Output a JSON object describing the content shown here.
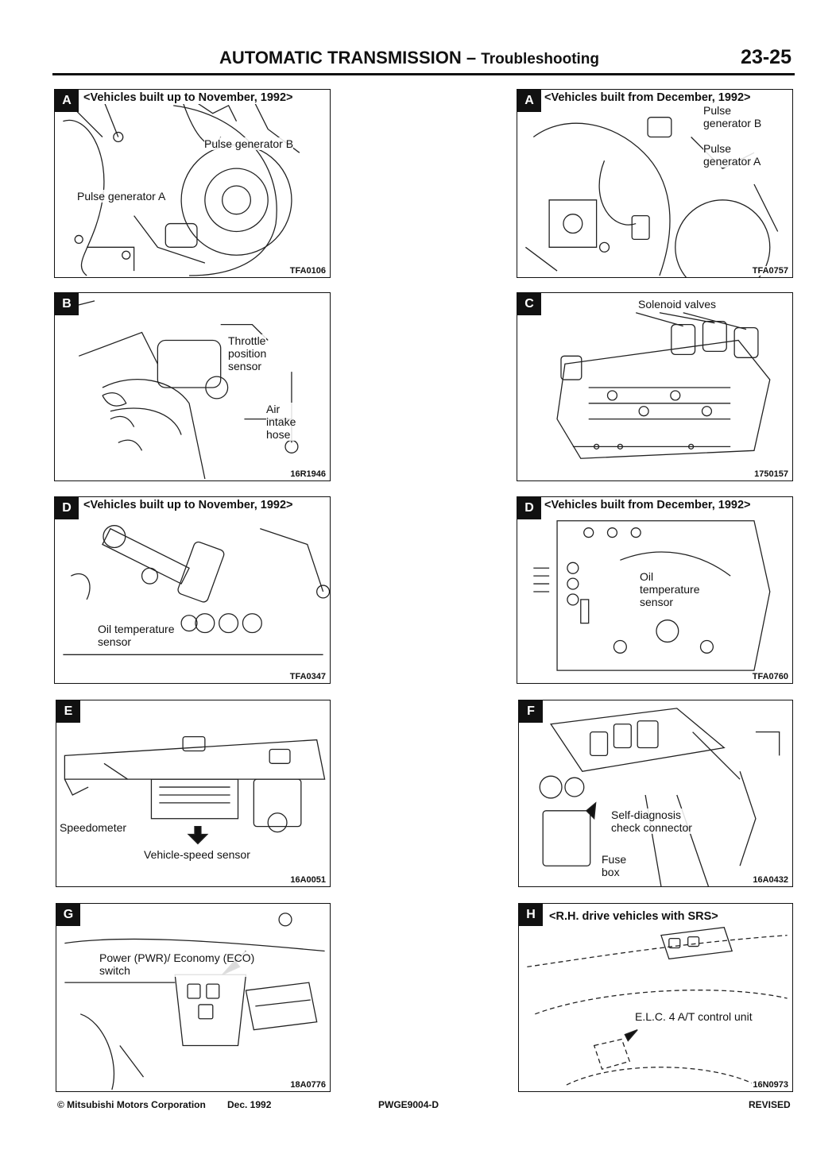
{
  "header": {
    "title_main": "AUTOMATIC TRANSMISSION",
    "title_sep": " – ",
    "title_sub": "Troubleshooting",
    "page_number": "23-25"
  },
  "panels": {
    "a1": {
      "letter": "A",
      "caption": "<Vehicles built up to November, 1992>",
      "label_pgb": "Pulse generator B",
      "label_pga": "Pulse generator A",
      "code": "TFA0106"
    },
    "a2": {
      "letter": "A",
      "caption": "<Vehicles built from December, 1992>",
      "label_pgb": "Pulse\ngenerator B",
      "label_pga": "Pulse\ngenerator A",
      "code": "TFA0757"
    },
    "b": {
      "letter": "B",
      "label_tps": "Throttle\nposition\nsensor",
      "label_air": "Air\nintake\nhose",
      "code": "16R1946"
    },
    "c": {
      "letter": "C",
      "label_sol": "Solenoid valves",
      "code": "1750157"
    },
    "d1": {
      "letter": "D",
      "caption": "<Vehicles built up to November, 1992>",
      "label_ots": "Oil temperature\nsensor",
      "code": "TFA0347"
    },
    "d2": {
      "letter": "D",
      "caption": "<Vehicles built from December, 1992>",
      "label_ots": "Oil\ntemperature\nsensor",
      "code": "TFA0760"
    },
    "e": {
      "letter": "E",
      "label_speedo": "Speedometer",
      "label_vss": "Vehicle-speed sensor",
      "code": "16A0051"
    },
    "f": {
      "letter": "F",
      "label_sdc": "Self-diagnosis\ncheck connector",
      "label_fuse": "Fuse\nbox",
      "code": "16A0432"
    },
    "g": {
      "letter": "G",
      "label_sw": "Power (PWR)/ Economy (ECO)\nswitch",
      "code": "18A0776"
    },
    "h": {
      "letter": "H",
      "caption": "<R.H. drive vehicles with SRS>",
      "label_elc": "E.L.C. 4 A/T control unit",
      "code": "16N0973"
    }
  },
  "footer": {
    "copyright": "© Mitsubishi Motors Corporation",
    "date": "Dec. 1992",
    "doc_code": "PWGE9004-D",
    "status": "REVISED"
  }
}
